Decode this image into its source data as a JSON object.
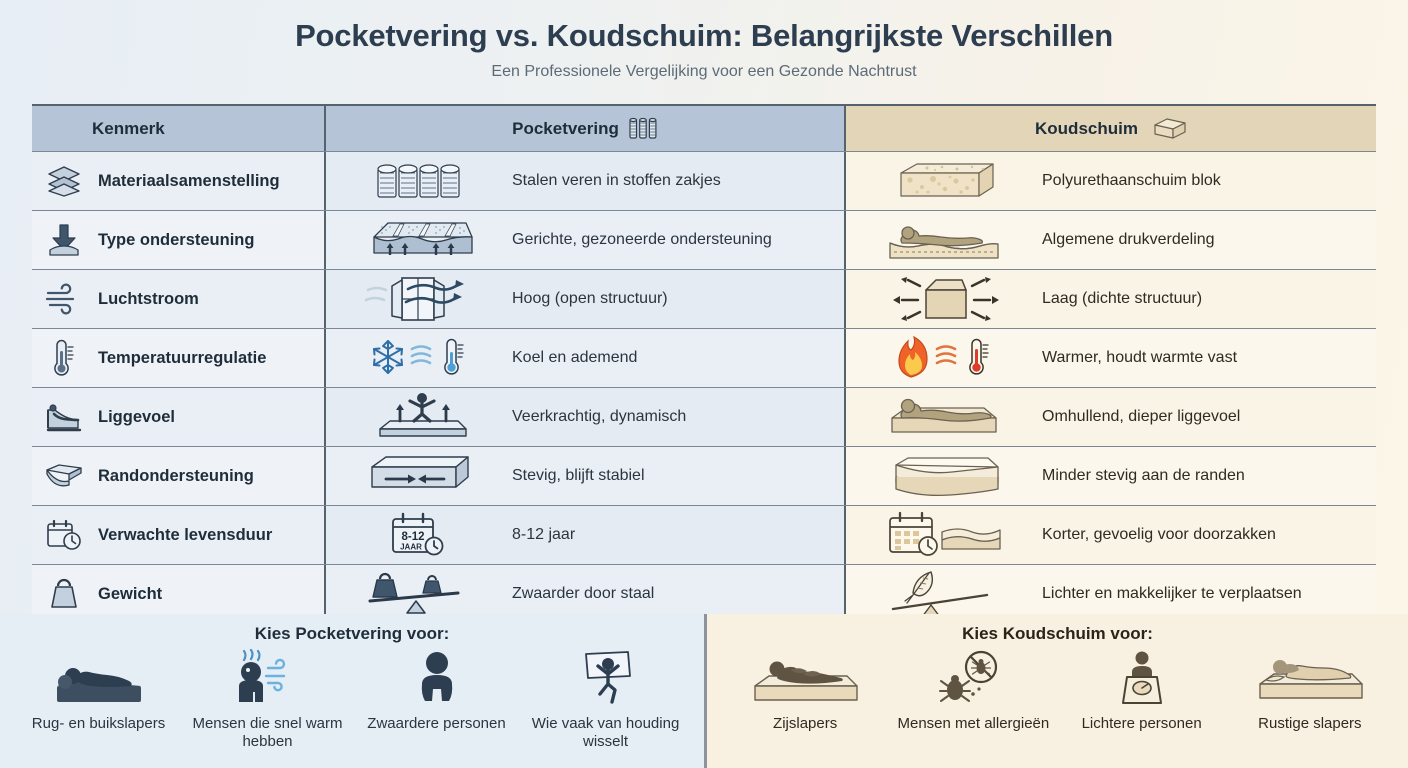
{
  "title": "Pocketvering vs. Koudschuim: Belangrijkste Verschillen",
  "subtitle": "Een Professionele Vergelijking voor een Gezonde Nachtrust",
  "colors": {
    "title": "#2d3e50",
    "header_pocket_bg": "#b5c5d7",
    "header_foam_bg": "#e3d5b8",
    "row_pocket_bg": "#e5ebf2",
    "row_foam_bg": "#faf4e6",
    "border": "#55636f",
    "accent_blue": "#3f566d",
    "accent_tan": "#8a7category"
  },
  "table": {
    "headers": {
      "feature": "Kenmerk",
      "pocket": "Pocketvering",
      "pocket_icon": "pocket-springs-icon",
      "foam": "Koudschuim",
      "foam_icon": "foam-block-icon"
    },
    "rows": [
      {
        "feature": "Materiaalsamenstelling",
        "feature_icon": "layers-icon",
        "pocket_value": "Stalen veren in stoffen zakjes",
        "pocket_icon": "spring-coils-icon",
        "foam_value": "Polyurethaanschuim blok",
        "foam_icon": "foam-slab-icon"
      },
      {
        "feature": "Type ondersteuning",
        "feature_icon": "pressure-arrow-icon",
        "pocket_value": "Gerichte, gezoneerde ondersteuning",
        "pocket_icon": "zoned-mattress-icon",
        "foam_value": "Algemene drukverdeling",
        "foam_icon": "sleeper-on-foam-icon"
      },
      {
        "feature": "Luchtstroom",
        "feature_icon": "wind-icon",
        "pocket_value": "Hoog (open structuur)",
        "pocket_icon": "open-window-airflow-icon",
        "foam_value": "Laag (dichte structuur)",
        "foam_icon": "blocked-airflow-icon"
      },
      {
        "feature": "Temperatuurregulatie",
        "feature_icon": "thermometer-icon",
        "pocket_value": "Koel en ademend",
        "pocket_icon": "snowflake-cool-thermometer-icon",
        "foam_value": "Warmer, houdt warmte vast",
        "foam_icon": "flame-warm-thermometer-icon"
      },
      {
        "feature": "Liggevoel",
        "feature_icon": "reclining-person-icon",
        "pocket_value": "Veerkrachtig, dynamisch",
        "pocket_icon": "bouncing-person-icon",
        "foam_value": "Omhullend, dieper liggevoel",
        "foam_icon": "contouring-sleeper-icon"
      },
      {
        "feature": "Randondersteuning",
        "feature_icon": "mattress-corner-icon",
        "pocket_value": "Stevig, blijft stabiel",
        "pocket_icon": "firm-edge-icon",
        "foam_value": "Minder stevig aan de randen",
        "foam_icon": "soft-edge-icon"
      },
      {
        "feature": "Verwachte levensduur",
        "feature_icon": "calendar-clock-icon",
        "pocket_value": "8-12 jaar",
        "pocket_icon": "calendar-8-12-jaar-icon",
        "pocket_icon_line1": "8-12",
        "pocket_icon_line2": "JAAR",
        "foam_value": "Korter, gevoelig voor doorzakken",
        "foam_icon": "calendar-sagging-mattress-icon"
      },
      {
        "feature": "Gewicht",
        "feature_icon": "weight-icon",
        "pocket_value": "Zwaarder door staal",
        "pocket_icon": "heavy-weights-seesaw-icon",
        "foam_value": "Lichter en makkelijker te verplaatsen",
        "foam_icon": "feather-seesaw-icon"
      }
    ]
  },
  "footer": {
    "pocket": {
      "title": "Kies Pocketvering voor:",
      "items": [
        {
          "label": "Rug- en buikslapers",
          "icon": "back-stomach-sleeper-icon"
        },
        {
          "label": "Mensen die snel warm hebben",
          "icon": "hot-sleeper-icon"
        },
        {
          "label": "Zwaardere personen",
          "icon": "heavier-person-icon"
        },
        {
          "label": "Wie vaak van houding wisselt",
          "icon": "restless-sleeper-icon"
        }
      ]
    },
    "foam": {
      "title": "Kies Koudschuim voor:",
      "items": [
        {
          "label": "Zijslapers",
          "icon": "side-sleeper-icon"
        },
        {
          "label": "Mensen met allergieën",
          "icon": "anti-allergy-mite-icon"
        },
        {
          "label": "Lichtere personen",
          "icon": "scale-lighter-person-icon"
        },
        {
          "label": "Rustige slapers",
          "icon": "calm-sleeper-icon"
        }
      ]
    }
  }
}
